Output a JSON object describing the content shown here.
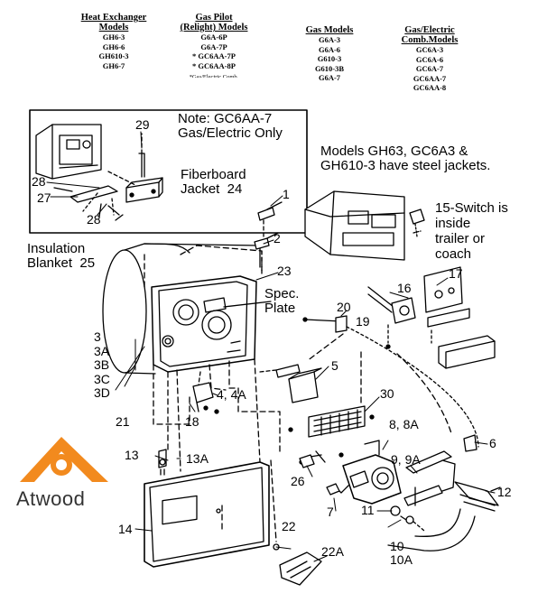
{
  "headers": {
    "heat_exchanger": {
      "title": [
        "Heat Exchanger",
        "Models"
      ],
      "items": [
        "GH6-3",
        "GH6-6",
        "GH610-3",
        "GH6-7"
      ]
    },
    "gas_pilot": {
      "title": [
        "Gas Pilot",
        "(Relight) Models"
      ],
      "items": [
        "G6A-6P",
        "G6A-7P",
        "* GC6AA-7P",
        "* GC6AA-8P"
      ],
      "footnote": "*Gas/Electric Comb."
    },
    "gas_models": {
      "title": [
        "Gas Models"
      ],
      "items": [
        "G6A-3",
        "G6A-6",
        "G610-3",
        "G610-3B",
        "G6A-7"
      ]
    },
    "gas_electric": {
      "title": [
        "Gas/Electric",
        "Comb.Models"
      ],
      "items": [
        "GC6A-3",
        "GC6A-6",
        "GC6A-7",
        "GC6AA-7",
        "GC6AA-8"
      ]
    }
  },
  "notes": {
    "inset_note": "Note: GC6AA-7\nGas/Electric Only",
    "steel_jackets": "Models GH63, GC6A3 &\nGH610-3 have steel jackets.",
    "switch_note": "15-Switch is\ninside\ntrailer or\ncoach",
    "fiberboard": "Fiberboard\nJacket  24",
    "insulation": "Insulation\nBlanket  25",
    "spec_plate": "Spec.\nPlate"
  },
  "part_labels": {
    "p29": "29",
    "p28a": "28",
    "p27": "27",
    "p28b": "28",
    "p1": "1",
    "p2": "2",
    "p23": "23",
    "p16": "16",
    "p17": "17",
    "p20": "20",
    "p19": "19",
    "p3group": "3\n3A\n3B\n3C\n3D",
    "p5": "5",
    "p4": "4, 4A",
    "p21": "21",
    "p18": "18",
    "p30": "30",
    "p8": "8, 8A",
    "p6": "6",
    "p26": "26",
    "p9": "9, 9A",
    "p7": "7",
    "p11": "11",
    "p12": "12",
    "p13": "13",
    "p13a": "13A",
    "p14": "14",
    "p22": "22",
    "p22a": "22A",
    "p10": "10\n10A"
  },
  "logo": {
    "brand": "Atwood",
    "color": "#f28a1e"
  }
}
